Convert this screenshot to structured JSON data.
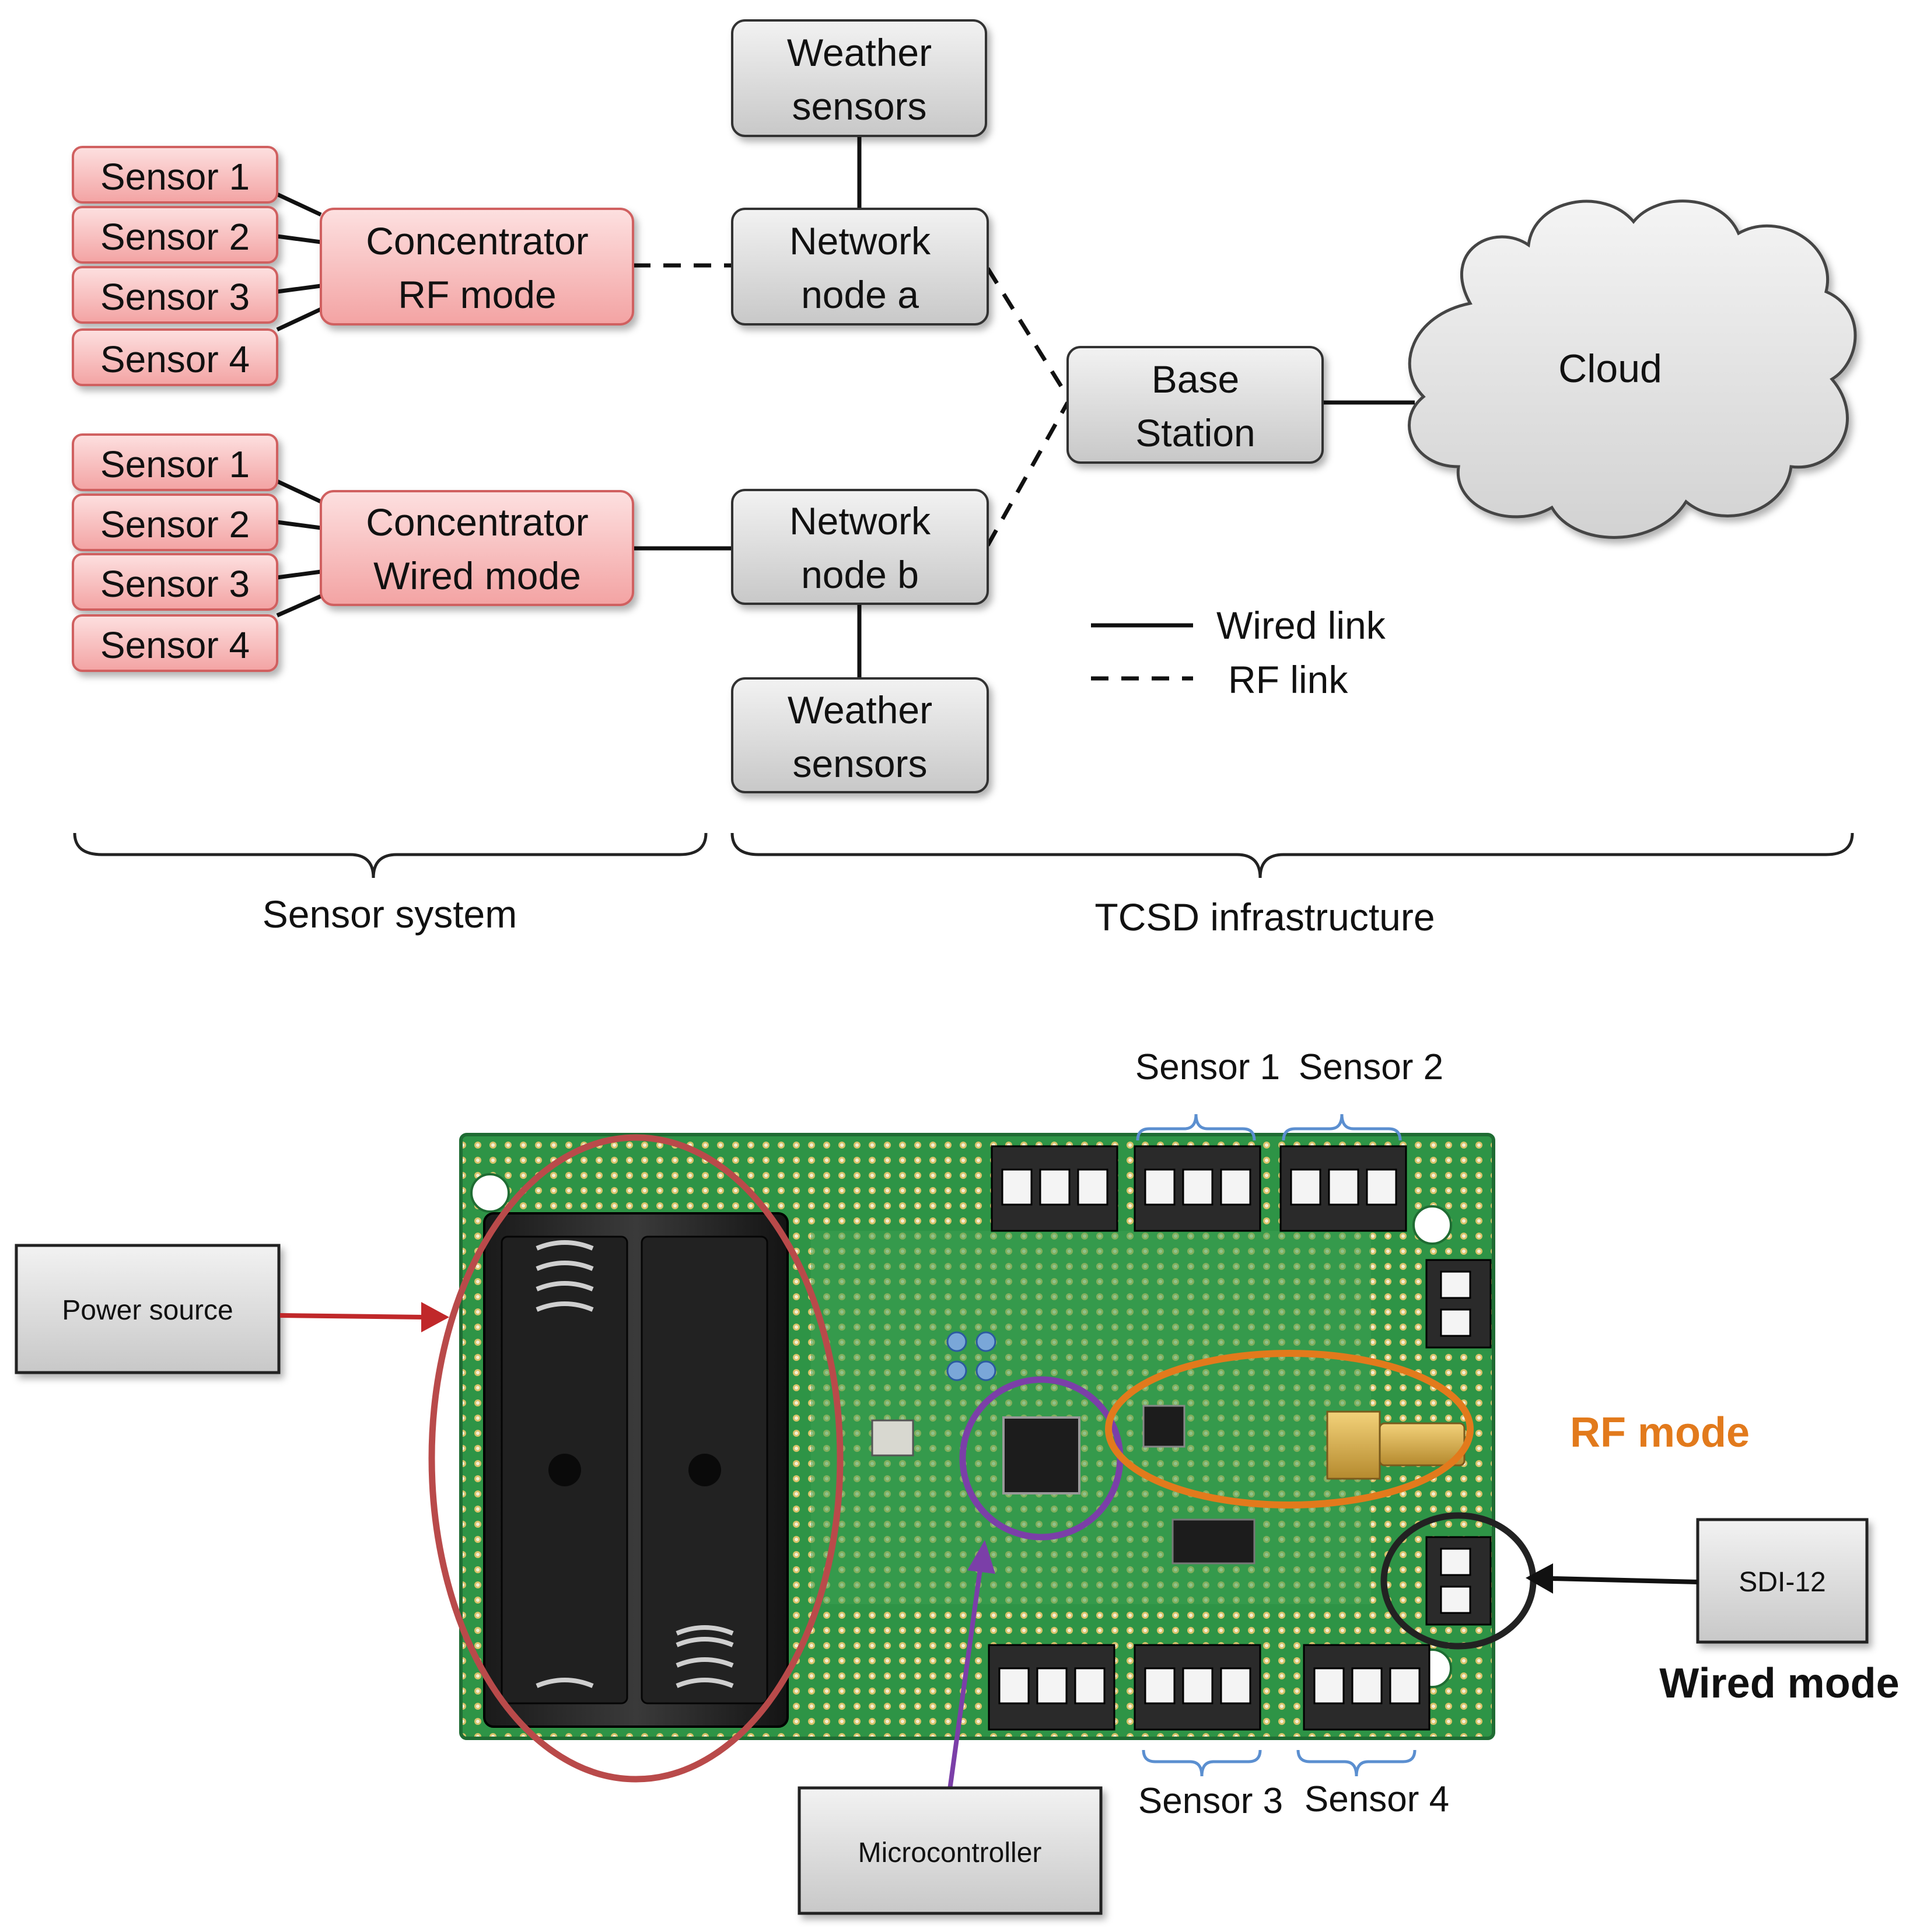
{
  "network": {
    "group_rf": {
      "sensors": [
        "Sensor 1",
        "Sensor 2",
        "Sensor 3",
        "Sensor 4"
      ],
      "concentrator": [
        "Concentrator",
        "RF mode"
      ]
    },
    "group_wired": {
      "sensors": [
        "Sensor 1",
        "Sensor 2",
        "Sensor 3",
        "Sensor 4"
      ],
      "concentrator": [
        "Concentrator",
        "Wired mode"
      ]
    },
    "weather_top": [
      "Weather",
      "sensors"
    ],
    "node_a": [
      "Network",
      "node a"
    ],
    "node_b": [
      "Network",
      "node b"
    ],
    "weather_bottom": [
      "Weather",
      "sensors"
    ],
    "base_station": [
      "Base",
      "Station"
    ],
    "cloud": "Cloud",
    "legend": {
      "wired": "Wired link",
      "rf": "RF link"
    },
    "brace_left": "Sensor system",
    "brace_right": "TCSD infrastructure"
  },
  "board": {
    "power_source": "Power source",
    "microcontroller": "Microcontroller",
    "sdi12": "SDI-12",
    "rf_mode": "RF mode",
    "wired_mode": "Wired mode",
    "sensor_1": "Sensor 1",
    "sensor_2": "Sensor 2",
    "sensor_3": "Sensor 3",
    "sensor_4": "Sensor 4"
  },
  "colors": {
    "sensor_fill": "#f7b4b4",
    "sensor_stroke": "#d06060",
    "node_fill": "#d8d8d8",
    "node_stroke": "#333333",
    "pcb": "#2f9a4a",
    "battery_oval": "#b94a4a",
    "mcu_circle": "#7b3fa8",
    "rf_oval": "#e27a1c",
    "wired_circle": "#222222",
    "power_arrow": "#c0282a",
    "sensor_brace": "#5b8fd0"
  }
}
